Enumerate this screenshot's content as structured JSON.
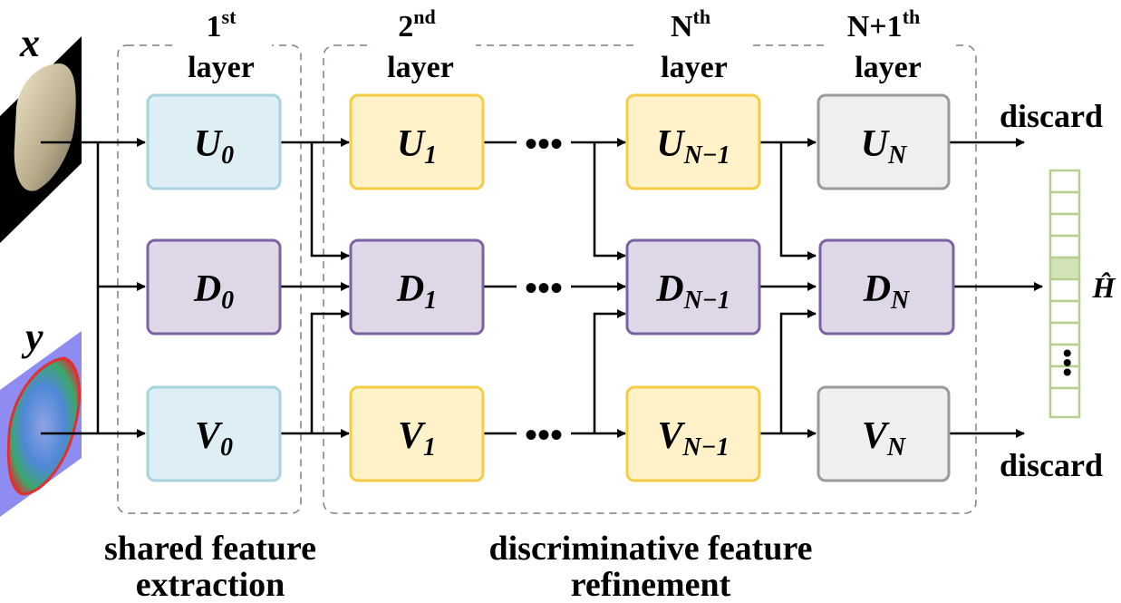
{
  "inputs": {
    "x_label": "x",
    "y_label": "y"
  },
  "headers": {
    "layer1": {
      "number": "1",
      "suffix": "st",
      "word": "layer"
    },
    "layer2": {
      "number": "2",
      "suffix": "nd",
      "word": "layer"
    },
    "layerN": {
      "number": "N",
      "suffix": "th",
      "word": "layer"
    },
    "layerN1": {
      "number": "N+1",
      "suffix": "th",
      "word": "layer"
    }
  },
  "boxes": {
    "u0": {
      "main": "U",
      "sub": "0"
    },
    "u1": {
      "main": "U",
      "sub": "1"
    },
    "un1": {
      "main": "U",
      "sub": "N−1"
    },
    "un": {
      "main": "U",
      "sub": "N"
    },
    "d0": {
      "main": "D",
      "sub": "0"
    },
    "d1": {
      "main": "D",
      "sub": "1"
    },
    "dn1": {
      "main": "D",
      "sub": "N−1"
    },
    "dn": {
      "main": "D",
      "sub": "N"
    },
    "v0": {
      "main": "V",
      "sub": "0"
    },
    "v1": {
      "main": "V",
      "sub": "1"
    },
    "vn1": {
      "main": "V",
      "sub": "N−1"
    },
    "vn": {
      "main": "V",
      "sub": "N"
    }
  },
  "ellipsis": "•••",
  "outputs": {
    "discard_top": "discard",
    "discard_bottom": "discard",
    "h_hat": "Ĥ"
  },
  "vector_dots": "•••",
  "captions": {
    "shared_line1": "shared feature",
    "shared_line2": "extraction",
    "refine_line1": "discriminative feature",
    "refine_line2": "refinement"
  },
  "colors": {
    "blue_fill": "#ddeff4",
    "blue_stroke": "#a9d3df",
    "yellow_fill": "#fff2c8",
    "yellow_stroke": "#f5cc45",
    "purple_fill": "#ddd7e8",
    "purple_stroke": "#7a62a3",
    "gray_fill": "#efefef",
    "gray_stroke": "#9a9a9a",
    "vector_stroke": "#b5cf8e",
    "vector_highlight": "#d3e3b8"
  }
}
